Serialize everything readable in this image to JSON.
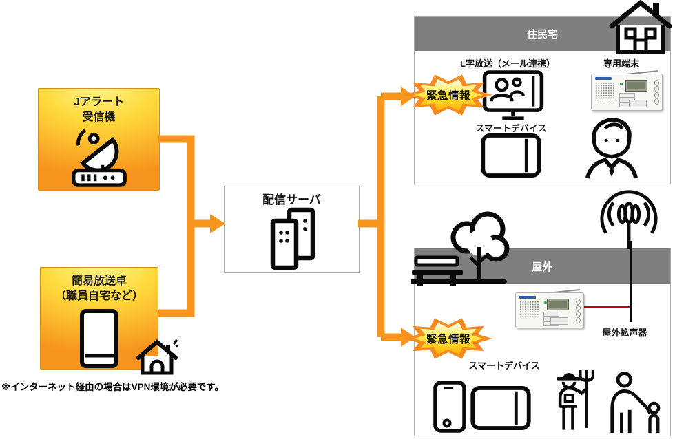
{
  "diagram": {
    "note": "※インターネット経由の場合はVPN環境が必要です。",
    "emergency_badge": "緊急情報",
    "sources": {
      "jalert": {
        "line1": "Jアラート",
        "line2": "受信機"
      },
      "console": {
        "line1": "簡易放送卓",
        "line2": "（職員自宅など）"
      }
    },
    "server": {
      "label": "配信サーバ"
    },
    "home_panel": {
      "title": "住民宅",
      "l_broadcast_label": "L字放送（メール連携）",
      "terminal_label": "専用端末",
      "smart_device_label": "スマートデバイス"
    },
    "outdoor_panel": {
      "title": "屋外",
      "speaker_label": "屋外拡声器",
      "smart_device_label": "スマートデバイス"
    },
    "colors": {
      "arrow_orange": "#F7941D",
      "box_gradient_top": "#FFF48C",
      "box_gradient_bottom": "#F7941D",
      "panel_header_gray": "#7F7F7F",
      "badge_outer_orange": "#F68B1F",
      "badge_inner_yellow": "#FFE94A",
      "speaker_feed_red": "#C00000"
    }
  }
}
